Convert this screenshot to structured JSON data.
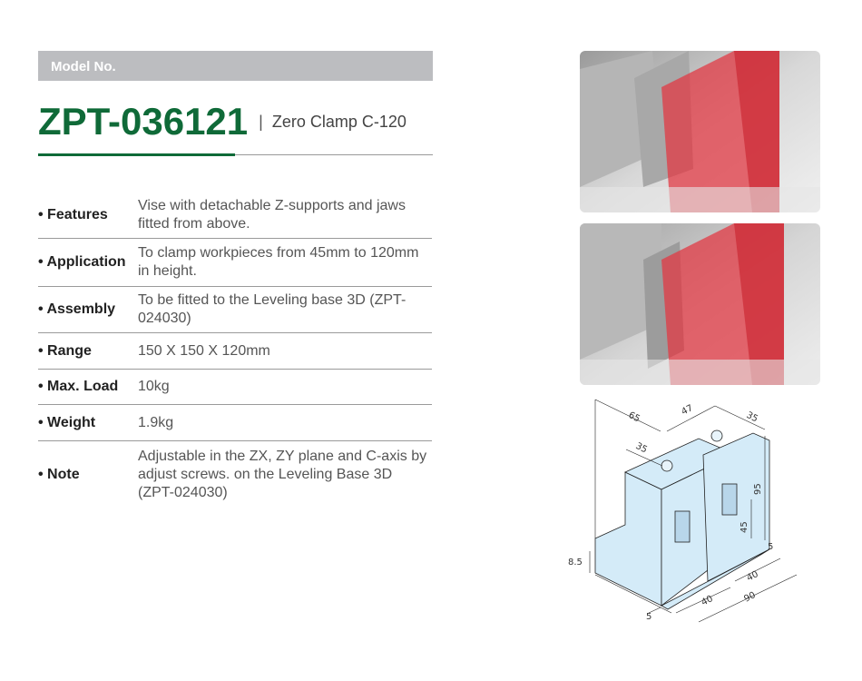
{
  "header": {
    "model_label": "Model No.",
    "model_code": "ZPT-036121",
    "separator": "|",
    "product_name": "Zero Clamp C-120"
  },
  "specs": [
    {
      "label": "• Features",
      "value": "Vise with detachable Z-supports and jaws fitted from above."
    },
    {
      "label": "• Application",
      "value": "To clamp workpieces from 45mm to 120mm in height."
    },
    {
      "label": "• Assembly",
      "value": "To be fitted to the Leveling base 3D (ZPT-024030)"
    },
    {
      "label": "• Range",
      "value": "150 X 150 X 120mm"
    },
    {
      "label": "• Max. Load",
      "value": "10kg"
    },
    {
      "label": "• Weight",
      "value": "1.9kg"
    },
    {
      "label": "• Note",
      "value": "Adjustable in the ZX, ZY plane and C-axis by adjust screws. on the Leveling Base 3D (ZPT-024030)"
    }
  ],
  "drawing": {
    "dims": [
      "65",
      "47",
      "35",
      "35",
      "95",
      "45",
      "5",
      "8.5",
      "40",
      "40",
      "90",
      "5"
    ]
  },
  "colors": {
    "brand_green": "#0f6a38",
    "bar_gray": "#bcbdc0"
  }
}
